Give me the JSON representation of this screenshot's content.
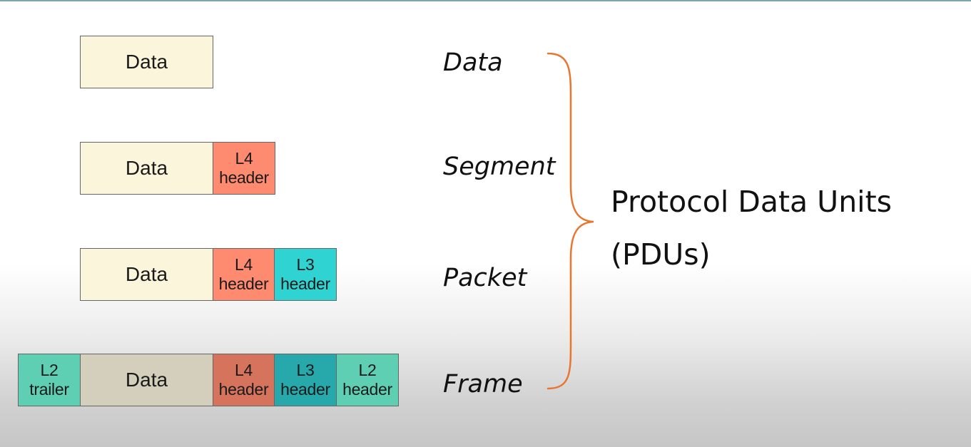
{
  "colors": {
    "data": "#fbf5db",
    "data_frame": "#d4cebc",
    "l4": "#fe8a6f",
    "l4_frame": "#d6735d",
    "l3": "#2fd3d2",
    "l3_frame": "#27a9ab",
    "l2": "#5fcfb4",
    "brace": "#e8762f"
  },
  "rows": [
    {
      "label": "Data",
      "cells": [
        {
          "kind": "data",
          "text": "Data"
        }
      ]
    },
    {
      "label": "Segment",
      "cells": [
        {
          "kind": "data",
          "text": "Data"
        },
        {
          "kind": "l4",
          "text": "L4\nheader"
        }
      ]
    },
    {
      "label": "Packet",
      "cells": [
        {
          "kind": "data",
          "text": "Data"
        },
        {
          "kind": "l4",
          "text": "L4\nheader"
        },
        {
          "kind": "l3",
          "text": "L3\nheader"
        }
      ]
    },
    {
      "label": "Frame",
      "cells": [
        {
          "kind": "l2",
          "text": "L2\ntrailer"
        },
        {
          "kind": "data",
          "text": "Data"
        },
        {
          "kind": "l4",
          "text": "L4\nheader"
        },
        {
          "kind": "l3",
          "text": "L3\nheader"
        },
        {
          "kind": "l2",
          "text": "L2\nheader"
        }
      ]
    }
  ],
  "pdu": {
    "line1": "Protocol Data Units",
    "line2": "(PDUs)"
  }
}
